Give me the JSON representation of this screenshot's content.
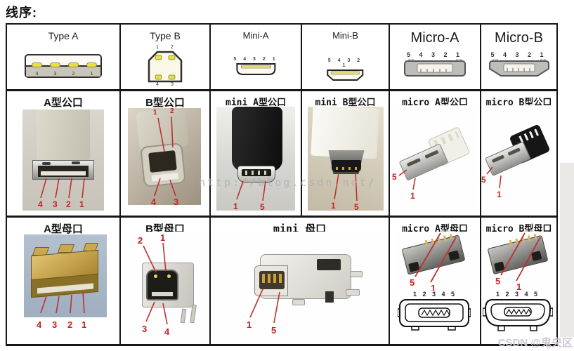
{
  "title": "线序:",
  "watermarks": {
    "center": "http://blog.csdn.net/",
    "corner": "CSDN @鬼央区"
  },
  "header": {
    "type_a": {
      "label": "Type A",
      "pins": [
        "4",
        "3",
        "2",
        "1"
      ]
    },
    "type_b": {
      "label": "Type B",
      "pins_top": [
        "1",
        "2"
      ],
      "pins_bottom": [
        "4",
        "3"
      ]
    },
    "mini_a": {
      "label": "Mini-A",
      "pins": "5 4 3 2 1"
    },
    "mini_b": {
      "label": "Mini-B",
      "pins": "5 4 3 2 1"
    },
    "micro_a": {
      "label": "Micro-A",
      "pins": "5 4 3 2 1"
    },
    "micro_b": {
      "label": "Micro-B",
      "pins": "5 4 3 2 1"
    }
  },
  "male_row": {
    "type_a": {
      "label": "A型公口",
      "callouts": [
        "4",
        "3",
        "2",
        "1"
      ]
    },
    "type_b": {
      "label": "B型公口",
      "callouts_top": [
        "1",
        "2"
      ],
      "callouts_bottom": [
        "4",
        "3"
      ]
    },
    "mini_a": {
      "label": "mini A型公口",
      "callouts": [
        "1",
        "5"
      ]
    },
    "mini_b": {
      "label": "mini B型公口",
      "callouts": [
        "1",
        "5"
      ]
    },
    "micro_a": {
      "label": "micro A型公口",
      "callouts": [
        "5",
        "1"
      ]
    },
    "micro_b": {
      "label": "micro B型公口",
      "callouts": [
        "5",
        "1"
      ]
    }
  },
  "female_row": {
    "type_a": {
      "label": "A型母口",
      "callouts": [
        "4",
        "3",
        "2",
        "1"
      ]
    },
    "type_b": {
      "label": "B型母口",
      "callouts_top": [
        "2",
        "1"
      ],
      "callouts_bottom": [
        "3",
        "4"
      ]
    },
    "mini": {
      "label": "mini  母口",
      "callouts": [
        "1",
        "5"
      ]
    },
    "micro_a": {
      "label": "micro A型母口",
      "callouts": [
        "5",
        "1"
      ],
      "diagram_pins": "1 2 3 4 5"
    },
    "micro_b": {
      "label": "micro B型母口",
      "callouts": [
        "5",
        "1"
      ],
      "diagram_pins": "1 2 3 4 5"
    }
  }
}
